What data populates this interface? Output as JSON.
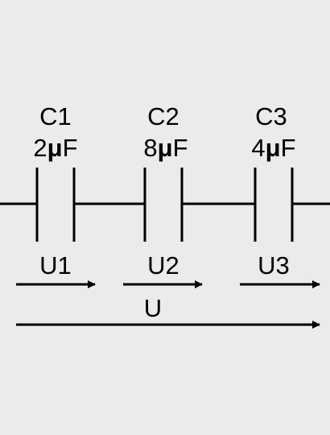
{
  "diagram": {
    "capacitors": [
      {
        "name": "C1",
        "value": "2",
        "unit": "F",
        "prefix_symbol": "μ",
        "voltage_label": "U1"
      },
      {
        "name": "C2",
        "value": "8",
        "unit": "F",
        "prefix_symbol": "μ",
        "voltage_label": "U2"
      },
      {
        "name": "C3",
        "value": "4",
        "unit": "F",
        "prefix_symbol": "μ",
        "voltage_label": "U3"
      }
    ],
    "total_voltage_label": "U",
    "colors": {
      "background": "#ebebeb",
      "line": "#000000"
    }
  }
}
